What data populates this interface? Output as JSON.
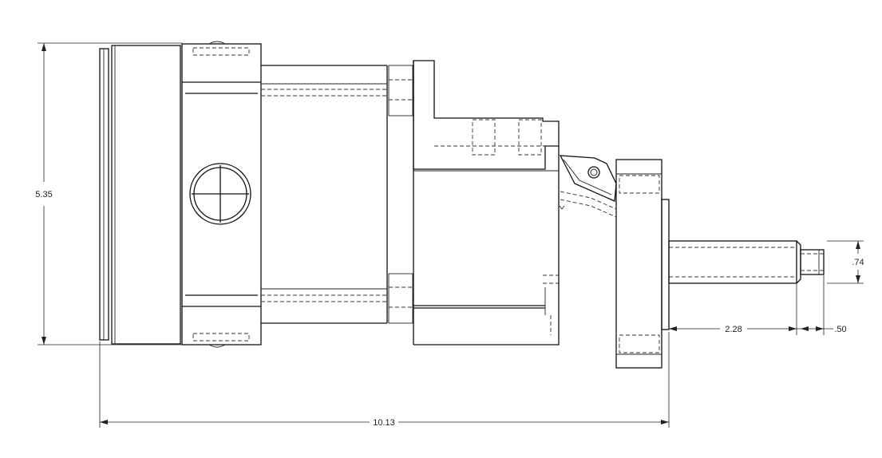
{
  "dimensions": {
    "overall_height": "5.35",
    "overall_length": "10.13",
    "shaft_length": "2.28",
    "shaft_tip_length": ".50",
    "shaft_diameter": ".74"
  }
}
